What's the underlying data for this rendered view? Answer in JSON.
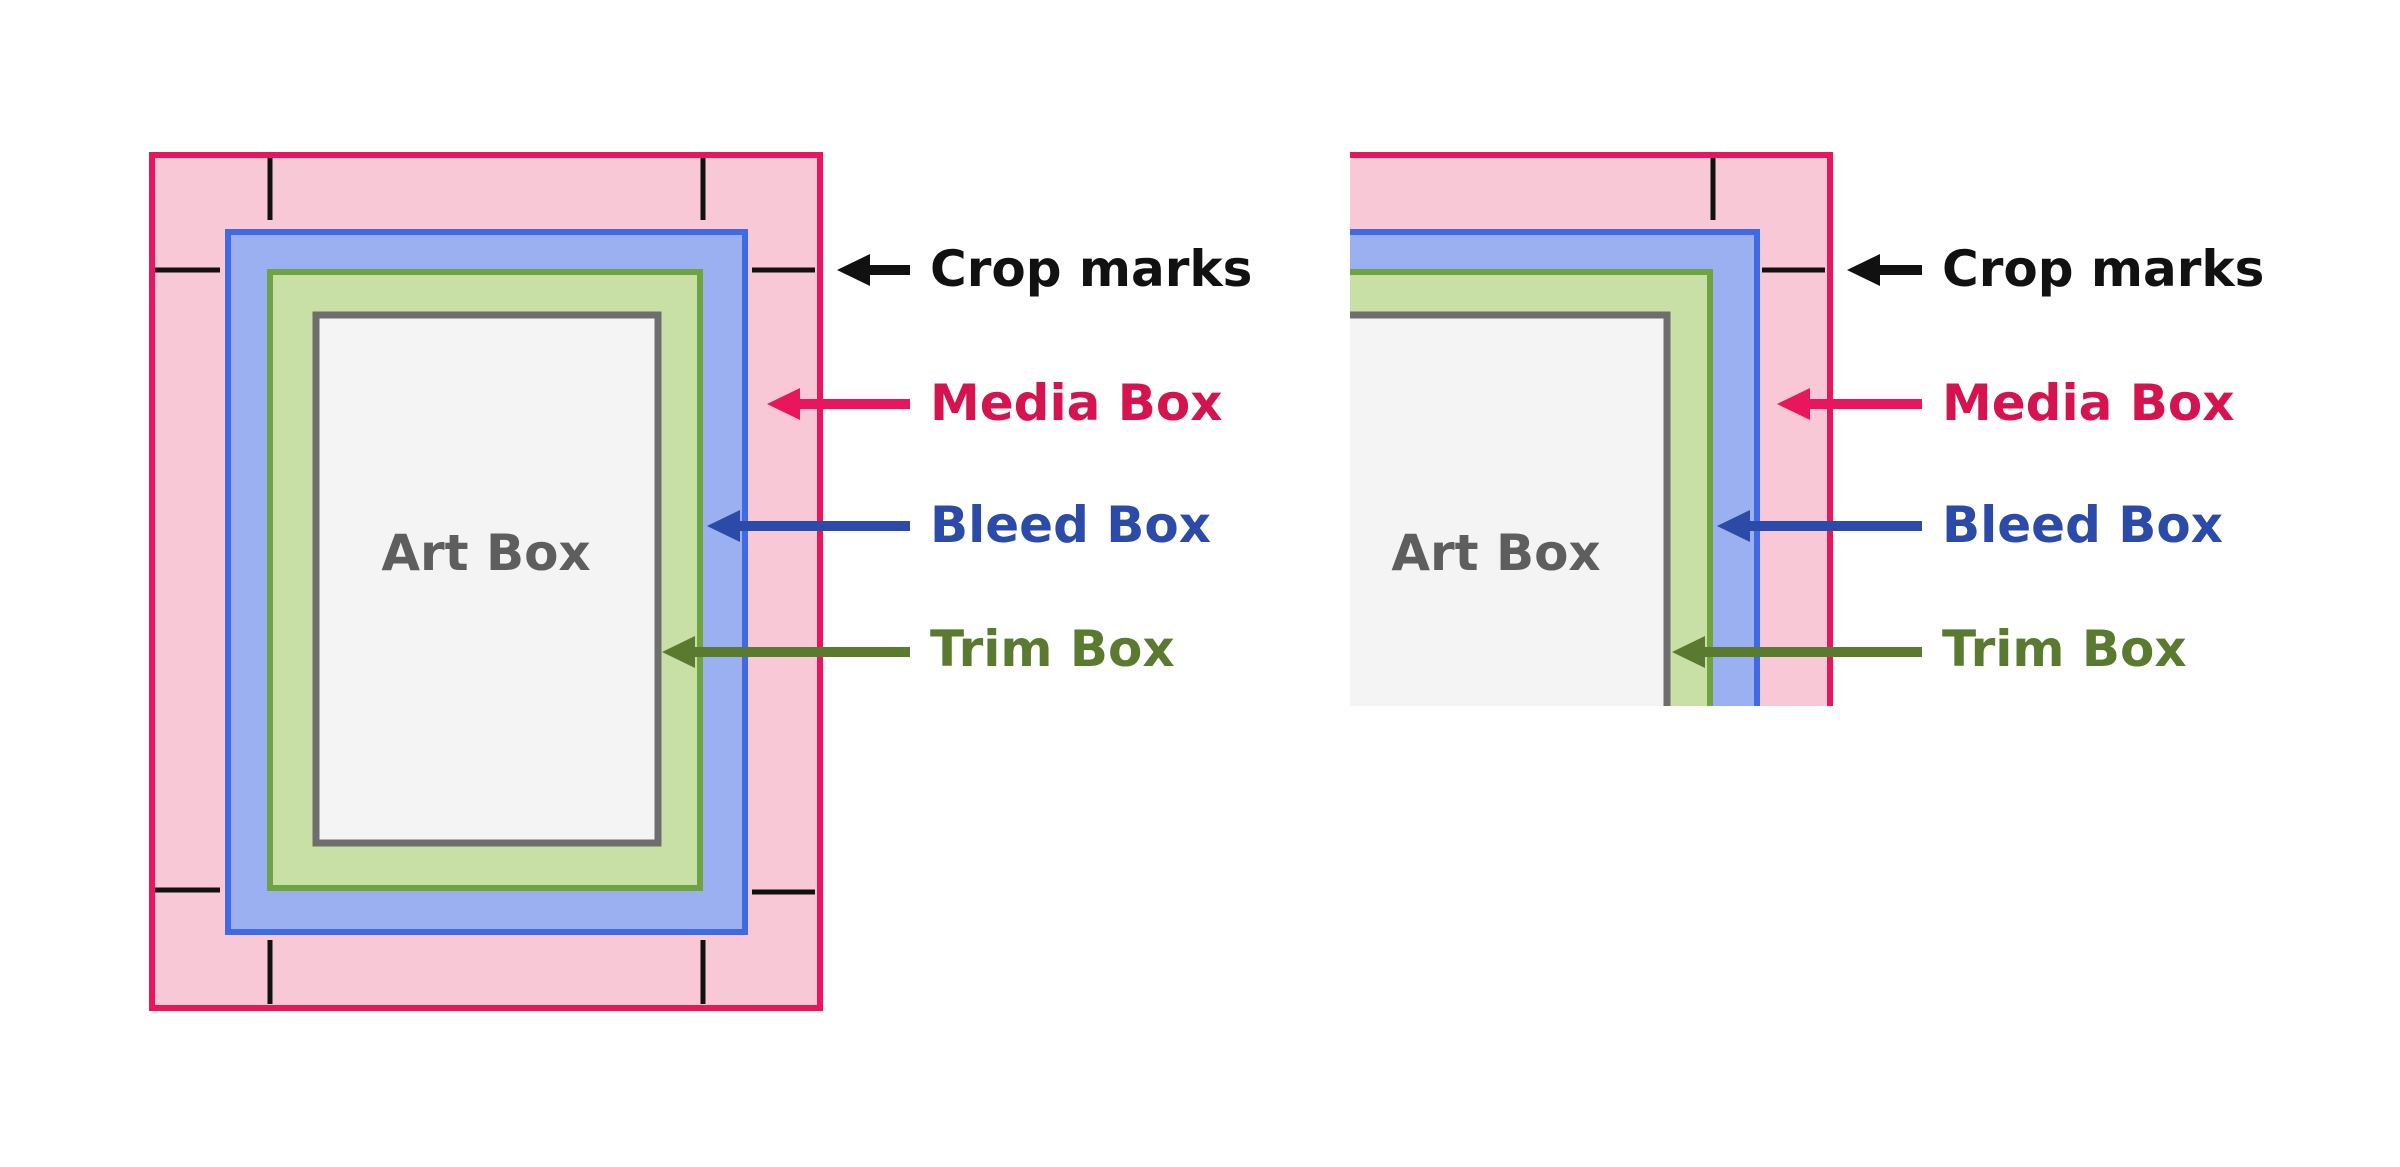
{
  "labels": {
    "crop_marks": "Crop marks",
    "media_box": "Media Box",
    "bleed_box": "Bleed Box",
    "trim_box": "Trim Box",
    "art_box": "Art Box"
  },
  "colors": {
    "media_stroke": "#e8175d",
    "media_fill": "#f9c8d6",
    "bleed_stroke": "#4169e1",
    "bleed_fill": "#9bb0f0",
    "trim_stroke": "#6fa340",
    "trim_fill": "#c8e0a6",
    "art_stroke": "#6e6e6e",
    "art_fill": "#f4f4f4",
    "crop_marks_text": "#111111",
    "media_text": "#d4134f",
    "bleed_text": "#2c4aa8",
    "trim_text": "#5a7a30",
    "art_text": "#5e5e5e"
  },
  "icons": {
    "arrow": "left-pointing-arrow-icon",
    "crop_mark": "crop-mark-tick-icon"
  }
}
